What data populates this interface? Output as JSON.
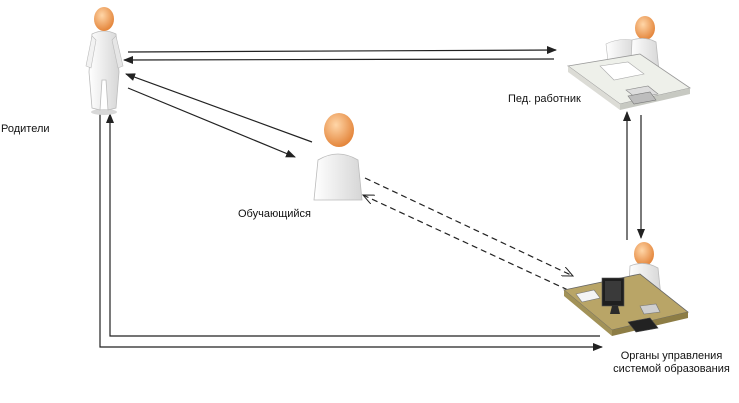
{
  "nodes": {
    "parents": {
      "label": "Родители",
      "icon": "standing-person-icon"
    },
    "teacher": {
      "label": "Пед. работник",
      "icon": "person-at-desk-icon"
    },
    "student": {
      "label": "Обучающийся",
      "icon": "person-bust-icon"
    },
    "authority": {
      "label": "Органы управления системой образования",
      "icon": "person-at-computer-desk-icon"
    }
  },
  "edges": [
    {
      "from": "parents",
      "to": "teacher",
      "style": "solid"
    },
    {
      "from": "teacher",
      "to": "parents",
      "style": "solid"
    },
    {
      "from": "parents",
      "to": "student",
      "style": "solid"
    },
    {
      "from": "student",
      "to": "parents",
      "style": "solid"
    },
    {
      "from": "teacher",
      "to": "authority",
      "style": "solid"
    },
    {
      "from": "authority",
      "to": "teacher",
      "style": "solid"
    },
    {
      "from": "student",
      "to": "authority",
      "style": "dashed"
    },
    {
      "from": "authority",
      "to": "student",
      "style": "dashed"
    },
    {
      "from": "parents",
      "to": "authority",
      "style": "solid"
    },
    {
      "from": "authority",
      "to": "parents",
      "style": "solid"
    }
  ],
  "colors": {
    "skin": "#f2a35c",
    "body": "#f4f4f4",
    "desk": "#e9ebe3",
    "desk_dark": "#b9a567",
    "line": "#222222"
  }
}
